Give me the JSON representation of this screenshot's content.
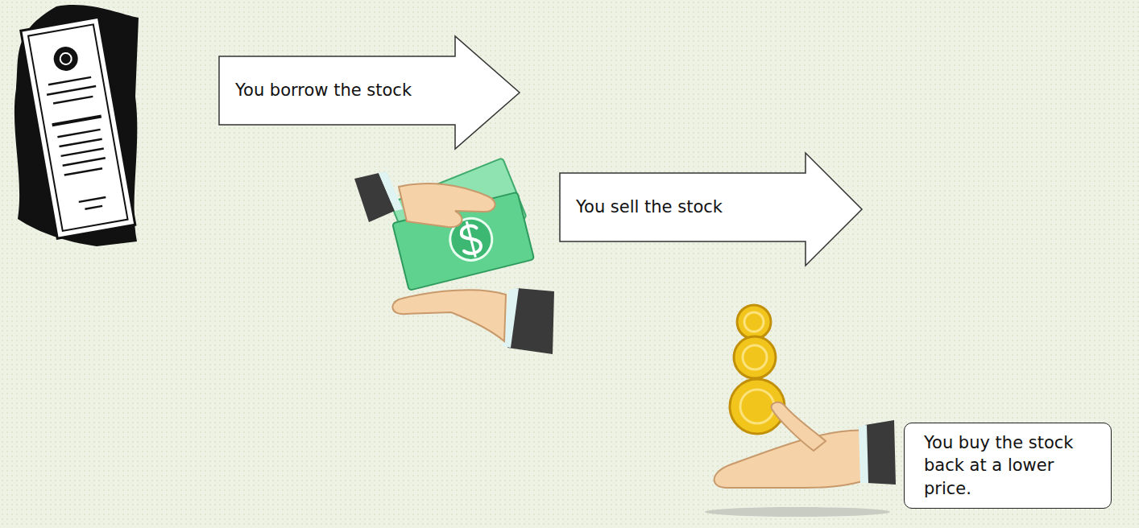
{
  "diagram": {
    "nodes": [
      {
        "text": [
          "You borrow the stock"
        ]
      },
      {
        "text": [
          "You sell the stock"
        ]
      },
      {
        "text": [
          "You buy the stock back at a lower price."
        ]
      }
    ]
  }
}
